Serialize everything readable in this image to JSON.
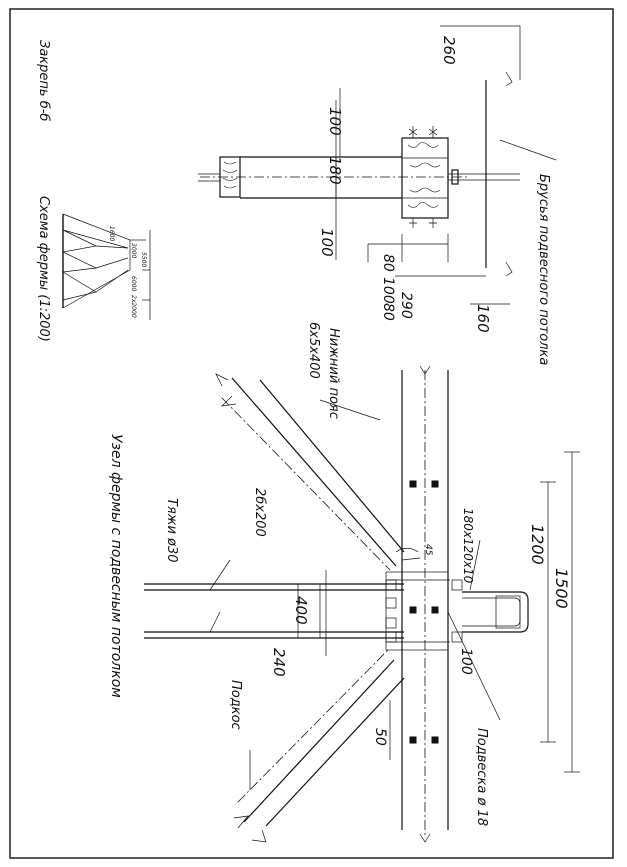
{
  "drawing": {
    "title_main": "Узел фермы с подвесным потолком",
    "title_detail": "Закрепь б-б",
    "title_scheme": "Схема фермы (1:200)",
    "caption_beam": "Брусья подвесного потолка"
  },
  "labels": {
    "tyazh": "Тяжи ø30",
    "nizhniy_poyas": "Нижний пояс",
    "podkos": "Подкос",
    "podveska": "Подвеска ø 18",
    "section_a": "2бх200",
    "section_b": "6х5х400",
    "washer": "180х120х10"
  },
  "dimensions": {
    "d1500": "1500",
    "d1200": "1200",
    "d400": "400",
    "d240": "240",
    "d100": "100",
    "d50": "50",
    "d45": "45",
    "d180": "180",
    "d100a": "100",
    "d100b": "100",
    "d260": "260",
    "d160": "160",
    "d290": "290",
    "d80a": "80",
    "d100c": "100",
    "d80b": "80",
    "s1": "6000",
    "s2": "2x2000",
    "s3": "3000",
    "s4": "1600",
    "s5": "5500"
  }
}
